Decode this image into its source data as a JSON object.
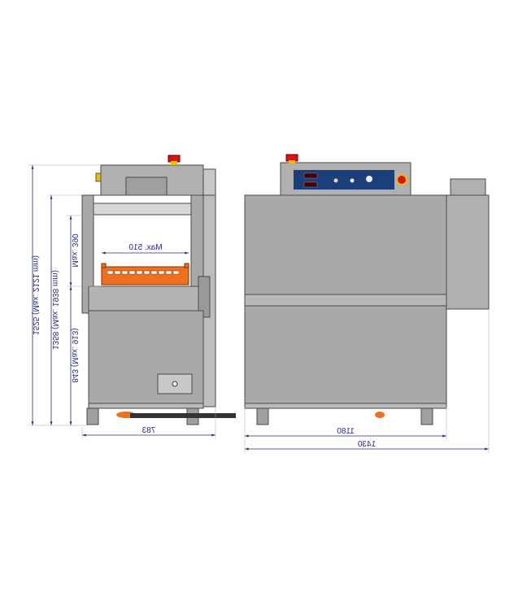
{
  "dimensions": {
    "basket_width": "Max. 510",
    "clearance_height": "Max. 390",
    "table_height": "843 (Max. 913)",
    "frame_height": "1358 (Max. 1938 mm)",
    "total_height": "1525 (Max. 2121 mm)",
    "depth": "783",
    "length": "1180",
    "total_length": "1430"
  },
  "colors": {
    "body": "#a9a9a9",
    "outline": "#4a4a4a",
    "basket": "#f07020",
    "panel": "#1b3f7a",
    "dimension": "#2a2a8a",
    "emergency": "#e01010"
  }
}
